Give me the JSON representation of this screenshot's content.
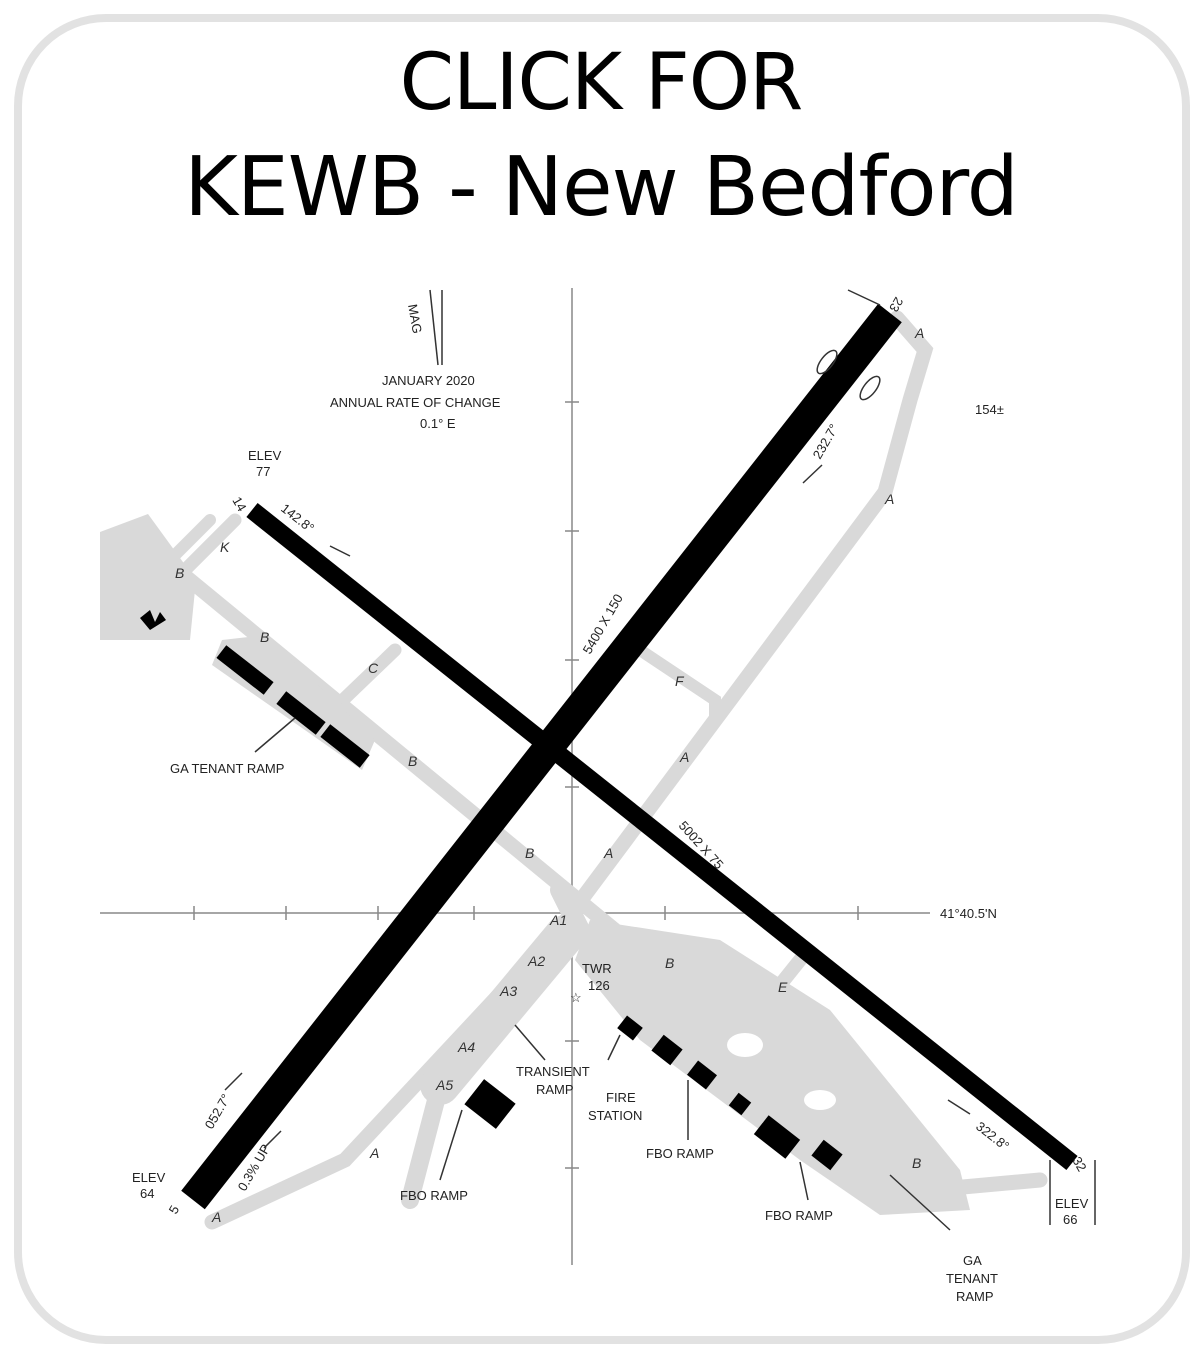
{
  "title": {
    "line1": "CLICK FOR",
    "line2": "KEWB - New Bedford"
  },
  "magnetic": {
    "line1": "JANUARY 2020",
    "line2": "ANNUAL RATE OF CHANGE",
    "line3": "0.1° E"
  },
  "runways": {
    "r5_23": {
      "dims": "5400 X 150",
      "end_sw": "5",
      "end_ne": "23",
      "bearing_sw": "052.7°",
      "bearing_ne": "232.7°",
      "gradient": "0.3% UP",
      "elev_sw_label": "ELEV",
      "elev_sw_value": "64"
    },
    "r14_32": {
      "dims": "5002 X 75",
      "end_nw": "14",
      "end_se": "32",
      "bearing_nw": "142.8°",
      "bearing_se": "322.8°",
      "elev_nw_label": "ELEV",
      "elev_nw_value": "77",
      "elev_se_label": "ELEV",
      "elev_se_value": "66"
    }
  },
  "taxiways": [
    "A",
    "B",
    "C",
    "E",
    "F",
    "K",
    "A1",
    "A2",
    "A3",
    "A4",
    "A5"
  ],
  "labels": {
    "ga_tenant_ramp_west": "GA TENANT RAMP",
    "ga_tenant_ramp_east": [
      "GA",
      "TENANT",
      "RAMP"
    ],
    "transient_ramp": [
      "TRANSIENT",
      "RAMP"
    ],
    "fire_station": [
      "FIRE",
      "STATION"
    ],
    "fbo_ramp": "FBO RAMP",
    "tower": [
      "TWR",
      "126"
    ],
    "obstacle": "154±",
    "latitude": "41°40.5'N",
    "magnetic_arrow": "MAG"
  },
  "colors": {
    "runway": "#000000",
    "taxiway": "#d9d9d9",
    "border": "#e2e2e2"
  }
}
